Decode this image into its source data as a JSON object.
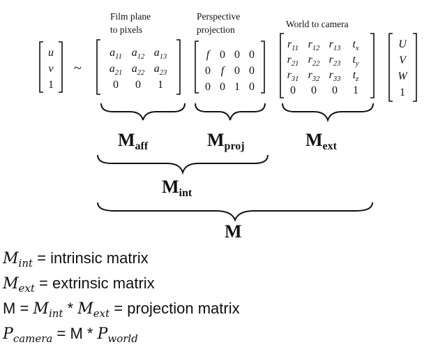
{
  "captions": {
    "film_1": "Film plane",
    "film_2": "to pixels",
    "persp_1": "Perspective",
    "persp_2": "projection",
    "world": "World to camera"
  },
  "lhs_vector": [
    "u",
    "v",
    "1"
  ],
  "sim": "~",
  "aff_matrix": [
    [
      {
        "b": "a",
        "s": "11"
      },
      {
        "b": "a",
        "s": "12"
      },
      {
        "b": "a",
        "s": "13"
      }
    ],
    [
      {
        "b": "a",
        "s": "21"
      },
      {
        "b": "a",
        "s": "22"
      },
      {
        "b": "a",
        "s": "23"
      }
    ],
    [
      {
        "b": "0"
      },
      {
        "b": "0"
      },
      {
        "b": "1"
      }
    ]
  ],
  "proj_matrix": [
    [
      "f",
      "0",
      "0",
      "0"
    ],
    [
      "0",
      "f",
      "0",
      "0"
    ],
    [
      "0",
      "0",
      "1",
      "0"
    ]
  ],
  "ext_matrix": [
    [
      {
        "b": "r",
        "s": "11"
      },
      {
        "b": "r",
        "s": "12"
      },
      {
        "b": "r",
        "s": "13"
      },
      {
        "b": "t",
        "s": "x"
      }
    ],
    [
      {
        "b": "r",
        "s": "21"
      },
      {
        "b": "r",
        "s": "22"
      },
      {
        "b": "r",
        "s": "23"
      },
      {
        "b": "t",
        "s": "y"
      }
    ],
    [
      {
        "b": "r",
        "s": "31"
      },
      {
        "b": "r",
        "s": "32"
      },
      {
        "b": "r",
        "s": "33"
      },
      {
        "b": "t",
        "s": "z"
      }
    ],
    [
      {
        "b": "0"
      },
      {
        "b": "0"
      },
      {
        "b": "0"
      },
      {
        "b": "1"
      }
    ]
  ],
  "rhs_vector": [
    "U",
    "V",
    "W",
    "1"
  ],
  "braces": {
    "aff": {
      "base": "M",
      "sub": "aff"
    },
    "proj": {
      "base": "M",
      "sub": "proj"
    },
    "ext": {
      "base": "M",
      "sub": "ext"
    },
    "int": {
      "base": "M",
      "sub": "int"
    },
    "total": {
      "base": "M"
    }
  },
  "legend": {
    "l1": {
      "m": "M",
      "sub": "int",
      "text": " = intrinsic matrix"
    },
    "l2": {
      "m": "M",
      "sub": "ext",
      "text": " = extrinsic matrix"
    },
    "l3": {
      "pre": "M = ",
      "m1": "M",
      "sub1": "int",
      "op": " * ",
      "m2": "M",
      "sub2": "ext",
      "text": "  = projection matrix"
    },
    "l4": {
      "m1": "P",
      "sub1": "camera",
      "op": " = M *  ",
      "m2": "P",
      "sub2": "world"
    }
  }
}
